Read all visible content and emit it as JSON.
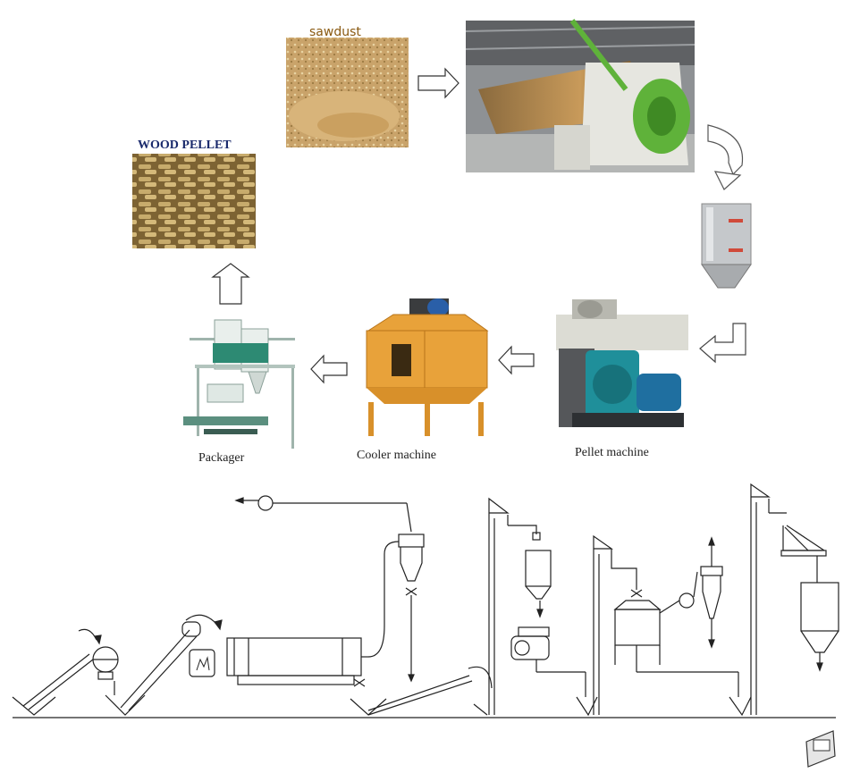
{
  "labels": {
    "sawdust": "sawdust",
    "wood_pellet": "WOOD PELLET",
    "packager": "Packager",
    "cooler": "Cooler machine",
    "pellet_machine": "Pellet machine"
  },
  "colors": {
    "sawdust": "#c9a36a",
    "pellet": "#b89a5c",
    "dryer_green": "#5fb23a",
    "pellet_machine_teal": "#1f8f9a",
    "cooler_orange": "#e8a23a",
    "packager_frame": "#dfe8e4",
    "line": "#222222"
  },
  "icons": [
    "arrow-right-icon",
    "arrow-up-icon",
    "arrow-left-icon",
    "curved-arrow-icon"
  ]
}
